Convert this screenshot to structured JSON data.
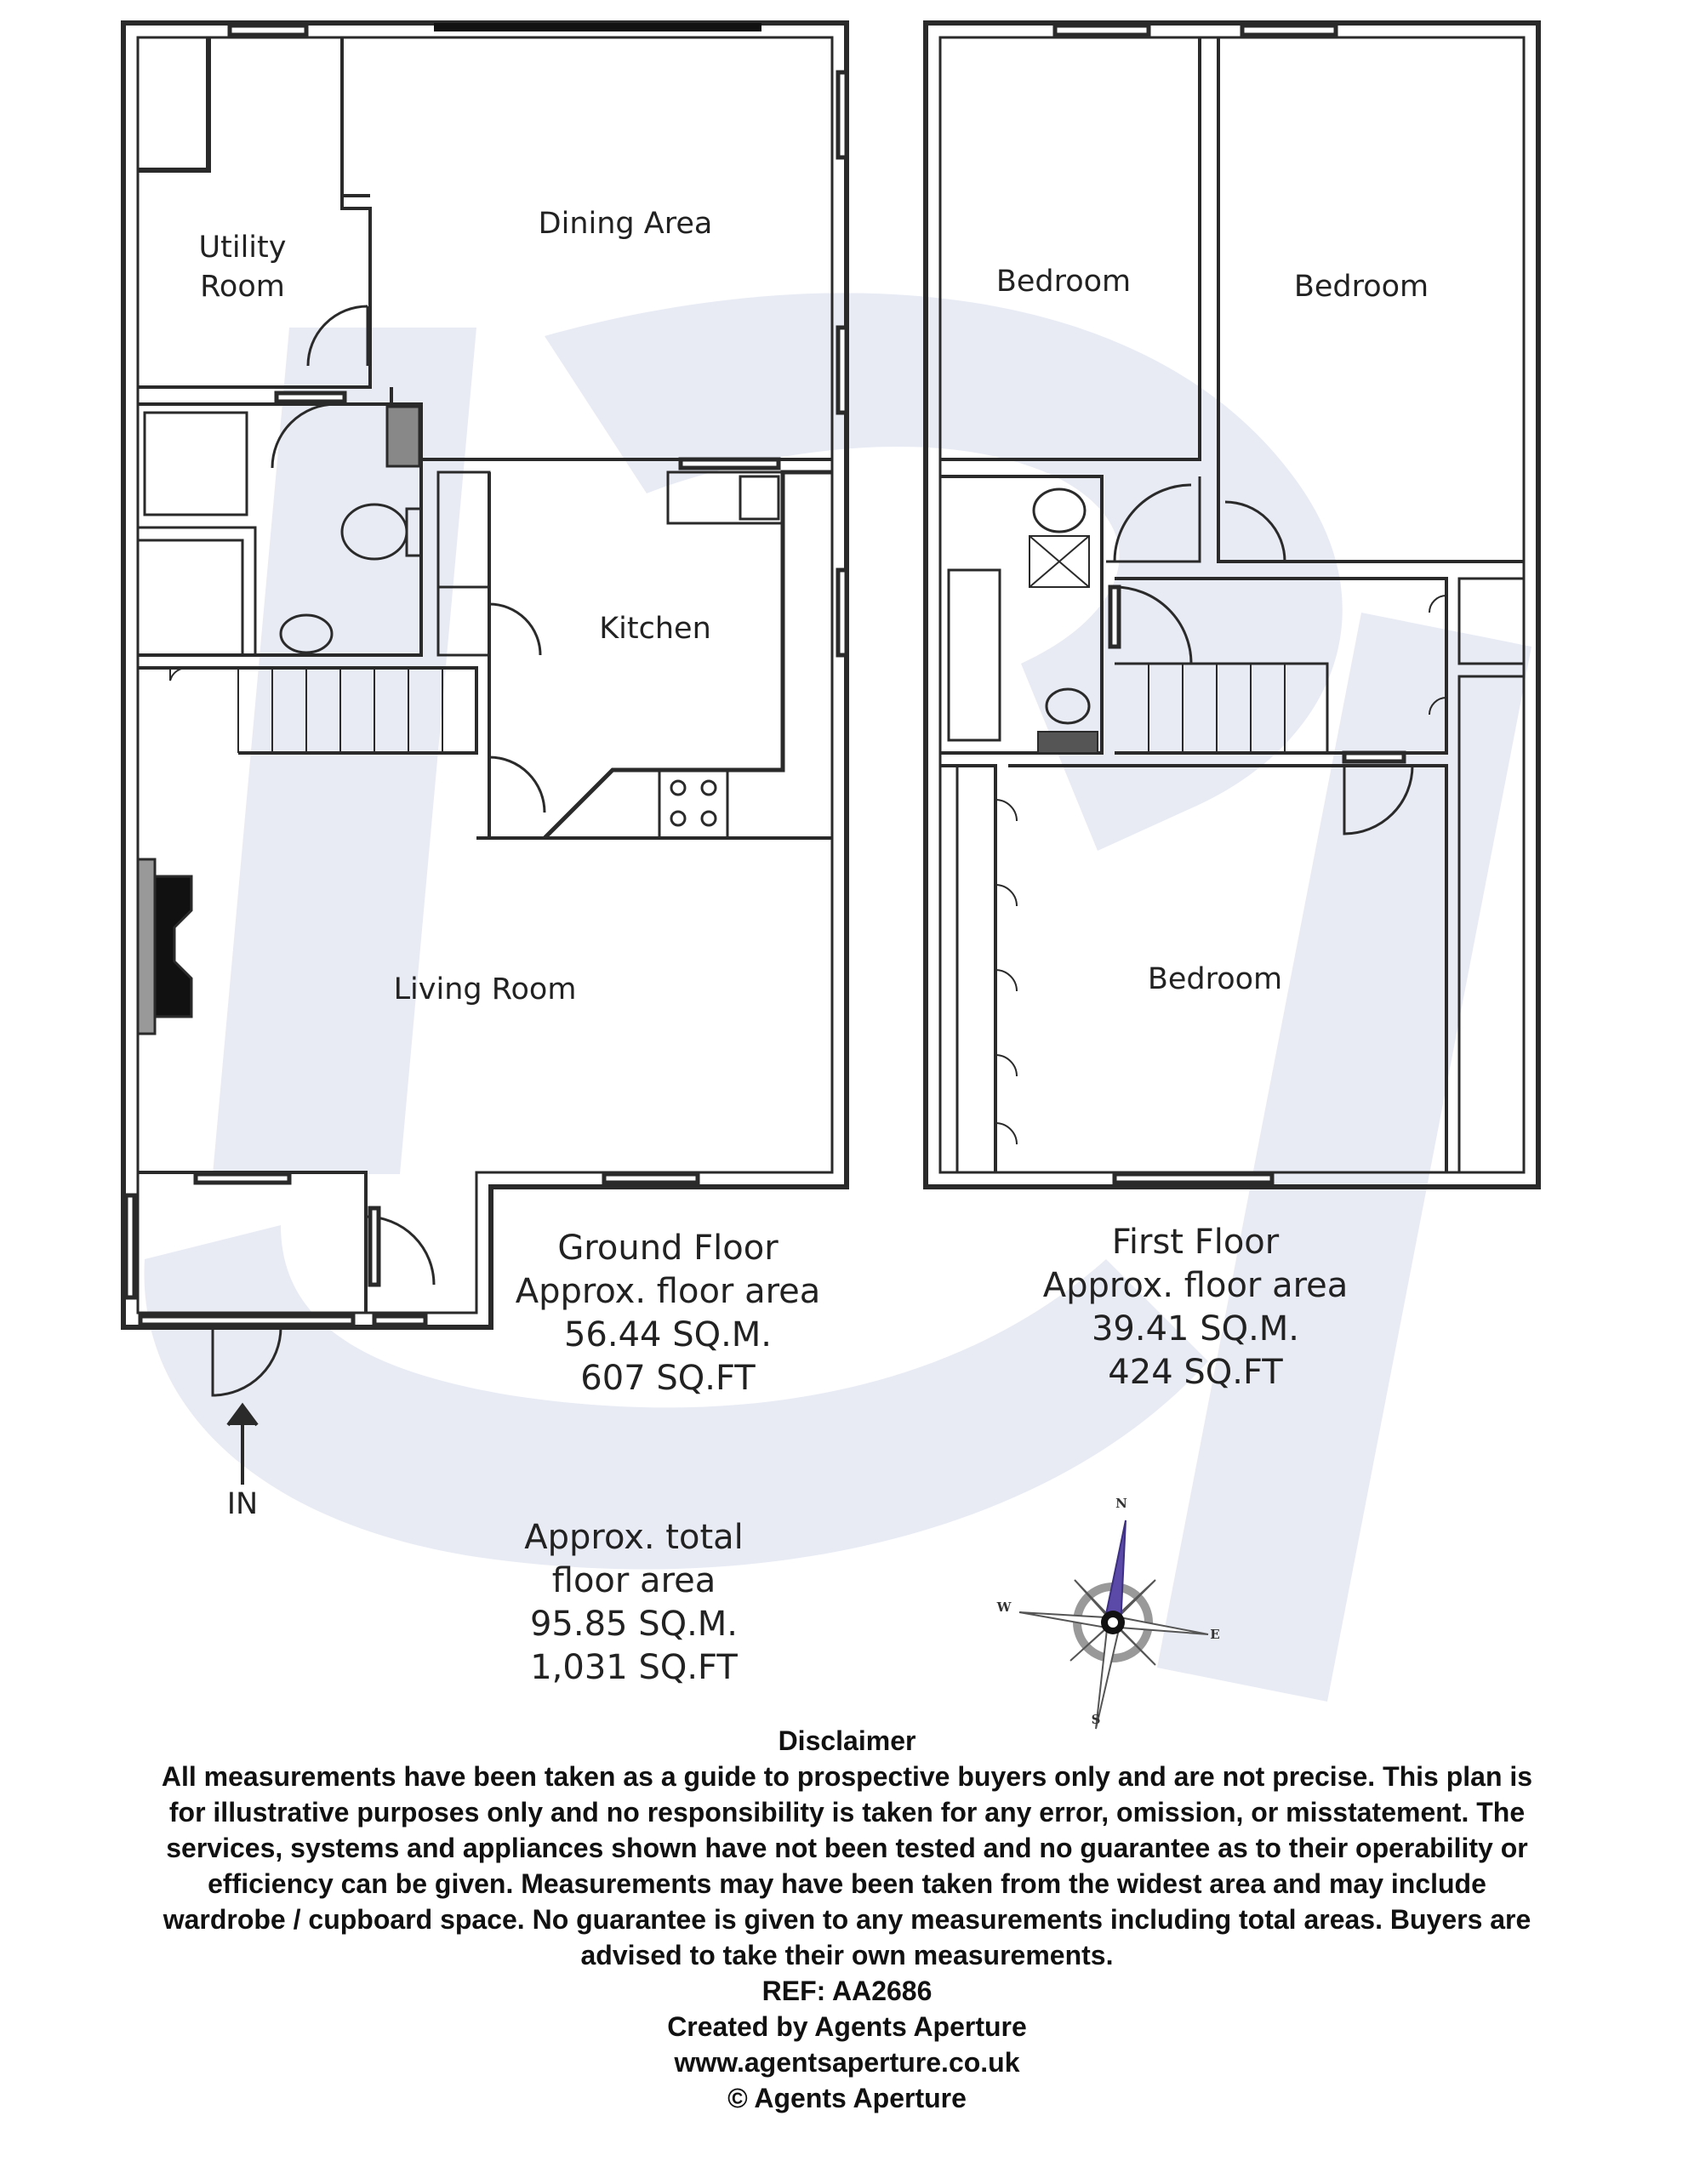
{
  "rooms": {
    "utility": [
      "Utility",
      "Room"
    ],
    "dining": "Dining Area",
    "kitchen": "Kitchen",
    "living": "Living Room",
    "bedroom_1": "Bedroom",
    "bedroom_2": "Bedroom",
    "bedroom_3": "Bedroom"
  },
  "ground_floor": {
    "title": "Ground Floor",
    "label": "Approx. floor area",
    "sqm": "56.44 SQ.M.",
    "sqft": "607 SQ.FT"
  },
  "first_floor": {
    "title": "First Floor",
    "label": "Approx. floor area",
    "sqm": "39.41 SQ.M.",
    "sqft": "424 SQ.FT"
  },
  "total": {
    "label_1": "Approx. total",
    "label_2": "floor area",
    "sqm": "95.85 SQ.M.",
    "sqft": "1,031 SQ.FT"
  },
  "entrance": "IN",
  "compass": {
    "n": "N",
    "e": "E",
    "s": "S",
    "w": "W"
  },
  "disclaimer": {
    "heading": "Disclaimer",
    "lines": [
      "All measurements have been taken as a guide to prospective buyers only and are not precise. This plan is",
      "for illustrative purposes only and no responsibility is taken for any error, omission, or misstatement. The",
      "services, systems and appliances shown have not been tested and no guarantee as to their operability or",
      "efficiency can be given. Measurements may have been taken from the widest area and may include",
      "wardrobe / cupboard space. No guarantee is given to any measurements including total areas. Buyers are",
      "advised to take their own measurements."
    ],
    "ref": "REF: AA2686",
    "created_by": "Created by Agents Aperture",
    "website": "www.agentsaperture.co.uk",
    "copyright": "© Agents Aperture"
  },
  "colors": {
    "wall": "#2a2a2a",
    "watermark": "#e8ebf4",
    "compass_needle": "#5b4aa8"
  }
}
